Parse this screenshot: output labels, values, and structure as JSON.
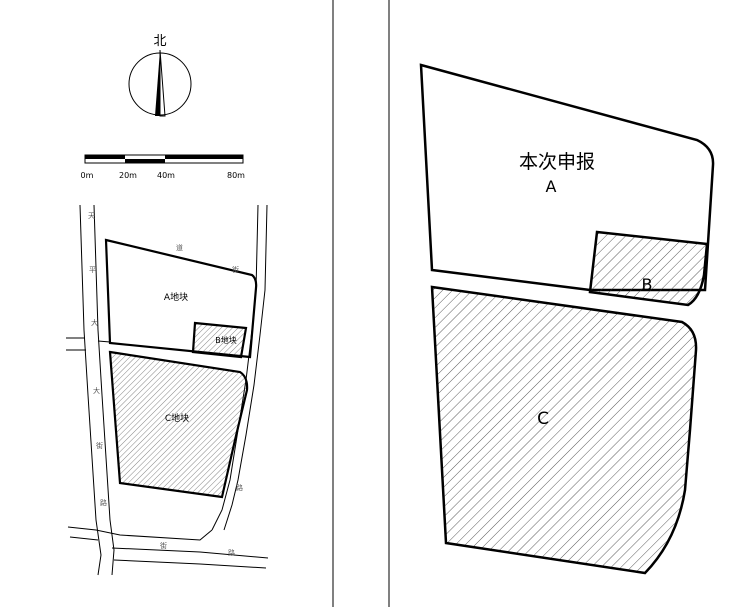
{
  "compass": {
    "label": "北"
  },
  "scale_bar": {
    "ticks": [
      "0m",
      "20m",
      "40m",
      "80m"
    ]
  },
  "key_plan": {
    "parcel_a_label": "A地块",
    "parcel_b_label": "B地块",
    "parcel_c_label": "C地块",
    "road_labels": [
      "天",
      "平",
      "大",
      "大",
      "街",
      "路",
      "道",
      "街",
      "路",
      "街",
      "路"
    ]
  },
  "detail_plan": {
    "application_title": "本次申报",
    "parcel_a_label": "A",
    "parcel_b_label": "B",
    "parcel_c_label": "C"
  }
}
